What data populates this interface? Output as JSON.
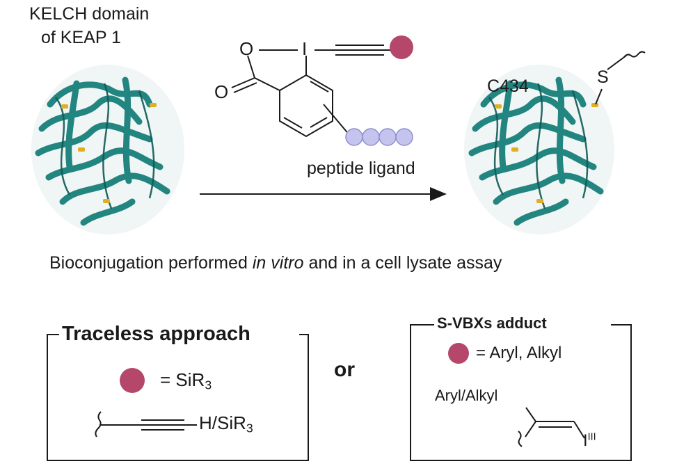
{
  "protein": {
    "title_line1": "KELCH domain",
    "title_line2": "of KEAP 1",
    "residue_label": "C434",
    "ribbon_color": "#17807a",
    "cysteine_color": "#e0b020"
  },
  "reagent": {
    "atom_O_ring": "O",
    "atom_O_carbonyl": "O",
    "atom_I": "I",
    "peptide_label": "peptide ligand",
    "substituent_color": "#b5476b",
    "peptide_color": "#c4c4ee"
  },
  "product": {
    "atom_S": "S"
  },
  "caption": {
    "prefix": "Bioconjugation performed ",
    "italic": "in vitro",
    "suffix": " and in a cell lysate assay"
  },
  "traceless": {
    "title": "Traceless approach",
    "eq": "= SiR",
    "eq_sub": "3",
    "alkyne_label": "H/SiR",
    "alkyne_sub": "3"
  },
  "or_label": "or",
  "svbx": {
    "title": "S-VBXs adduct",
    "eq": "= Aryl, Alkyl",
    "substituent": "Aryl/Alkyl",
    "iodine": "I",
    "iodine_sup": "III"
  }
}
